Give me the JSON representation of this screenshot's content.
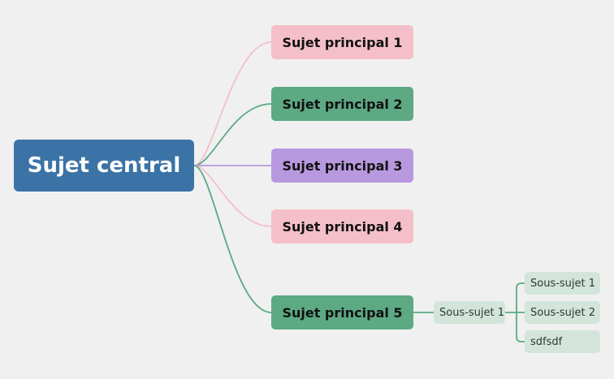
{
  "central": {
    "label": "Sujet central"
  },
  "main_topics": [
    {
      "label": "Sujet principal 1",
      "color": "#f4bfc9"
    },
    {
      "label": "Sujet principal 2",
      "color": "#5ca984"
    },
    {
      "label": "Sujet principal 3",
      "color": "#b898df"
    },
    {
      "label": "Sujet principal 4",
      "color": "#f4bfc9"
    },
    {
      "label": "Sujet principal 5",
      "color": "#5ca984"
    }
  ],
  "subtopic": {
    "label": "Sous-sujet 1"
  },
  "subsubtopics": [
    {
      "label": "Sous-sujet 1"
    },
    {
      "label": "Sous-sujet 2"
    },
    {
      "label": "sdfsdf"
    }
  ],
  "colors": {
    "background": "#f0f0f0",
    "central": "#3b73a6",
    "pink": "#f4bfc9",
    "green": "#5ca984",
    "purple": "#b898df",
    "subtopic": "#d3e5da"
  }
}
